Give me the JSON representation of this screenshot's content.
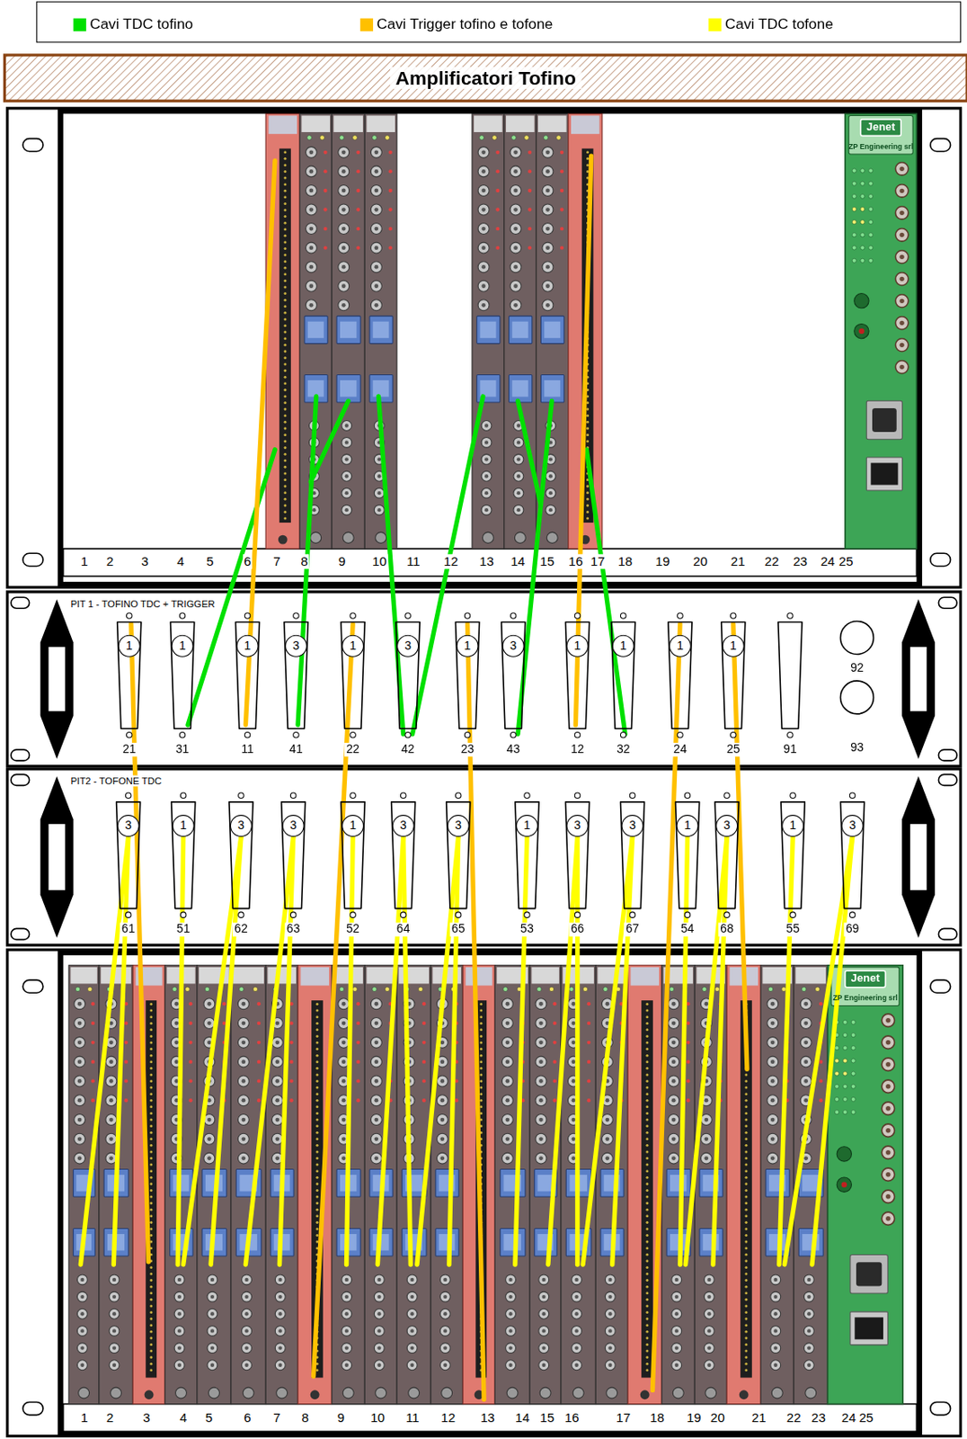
{
  "diagram": {
    "title": "Amplificatori Tofino",
    "nodes": [
      {
        "text": [
          "PIT 1 - TOFINO TDC + TRIGGER"
        ]
      },
      {
        "text": [
          "1",
          "21"
        ],
        "in": 0
      },
      {
        "text": [
          "1",
          "31"
        ],
        "in": 0
      },
      {
        "text": [
          "1",
          "11"
        ],
        "in": 0
      },
      {
        "text": [
          "3",
          "41"
        ],
        "in": 0
      },
      {
        "text": [
          "1",
          "22"
        ],
        "in": 0
      },
      {
        "text": [
          "3",
          "42"
        ],
        "in": 0
      },
      {
        "text": [
          "1",
          "23"
        ],
        "in": 0
      },
      {
        "text": [
          "3",
          "43"
        ],
        "in": 0
      },
      {
        "text": [
          "1",
          "12"
        ],
        "in": 0
      },
      {
        "text": [
          "1",
          "32"
        ],
        "in": 0
      },
      {
        "text": [
          "1",
          "24"
        ],
        "in": 0
      },
      {
        "text": [
          "1",
          "25"
        ],
        "in": 0
      },
      {
        "text": [
          "91"
        ],
        "in": 0
      },
      {
        "text": [
          "92"
        ],
        "in": 0
      },
      {
        "text": [
          "93"
        ],
        "in": 0
      },
      {
        "text": [
          "PIT2 - TOFONE TDC"
        ]
      },
      {
        "text": [
          "3",
          "61"
        ],
        "in": 16
      },
      {
        "text": [
          "1",
          "51"
        ],
        "in": 16
      },
      {
        "text": [
          "3",
          "62"
        ],
        "in": 16
      },
      {
        "text": [
          "3",
          "63"
        ],
        "in": 16
      },
      {
        "text": [
          "1",
          "52"
        ],
        "in": 16
      },
      {
        "text": [
          "3",
          "64"
        ],
        "in": 16
      },
      {
        "text": [
          "3",
          "65"
        ],
        "in": 16
      },
      {
        "text": [
          "1",
          "53"
        ],
        "in": 16
      },
      {
        "text": [
          "3",
          "66"
        ],
        "in": 16
      },
      {
        "text": [
          "3",
          "67"
        ],
        "in": 16
      },
      {
        "text": [
          "1",
          "54"
        ],
        "in": 16
      },
      {
        "text": [
          "3",
          "68"
        ],
        "in": 16
      },
      {
        "text": [
          "1",
          "55"
        ],
        "in": 16
      },
      {
        "text": [
          "3",
          "69"
        ],
        "in": 16
      }
    ],
    "labels": [
      "Jenet",
      "ZP Engineering srl",
      "1",
      "2",
      "3",
      "4",
      "5",
      "6",
      "7",
      "8",
      "9",
      "10",
      "11",
      "12",
      "13",
      "14",
      "15",
      "16",
      "17",
      "18",
      "19",
      "20",
      "21",
      "22",
      "23",
      "24",
      "25",
      "Jenet",
      "ZP Engineering srl",
      "1",
      "2",
      "3",
      "4",
      "5",
      "6",
      "7",
      "8",
      "9",
      "10",
      "11",
      "12",
      "13",
      "14",
      "15",
      "16",
      "17",
      "18",
      "19",
      "20",
      "21",
      "22",
      "23",
      "24",
      "25"
    ],
    "legend": [
      {
        "text": "Cavi TDC tofino",
        "color": "#00e000"
      },
      {
        "text": "Cavi Trigger tofino e tofone",
        "color": "#ffc000"
      },
      {
        "text": "Cavi TDC tofone",
        "color": "#ffff00"
      }
    ]
  }
}
